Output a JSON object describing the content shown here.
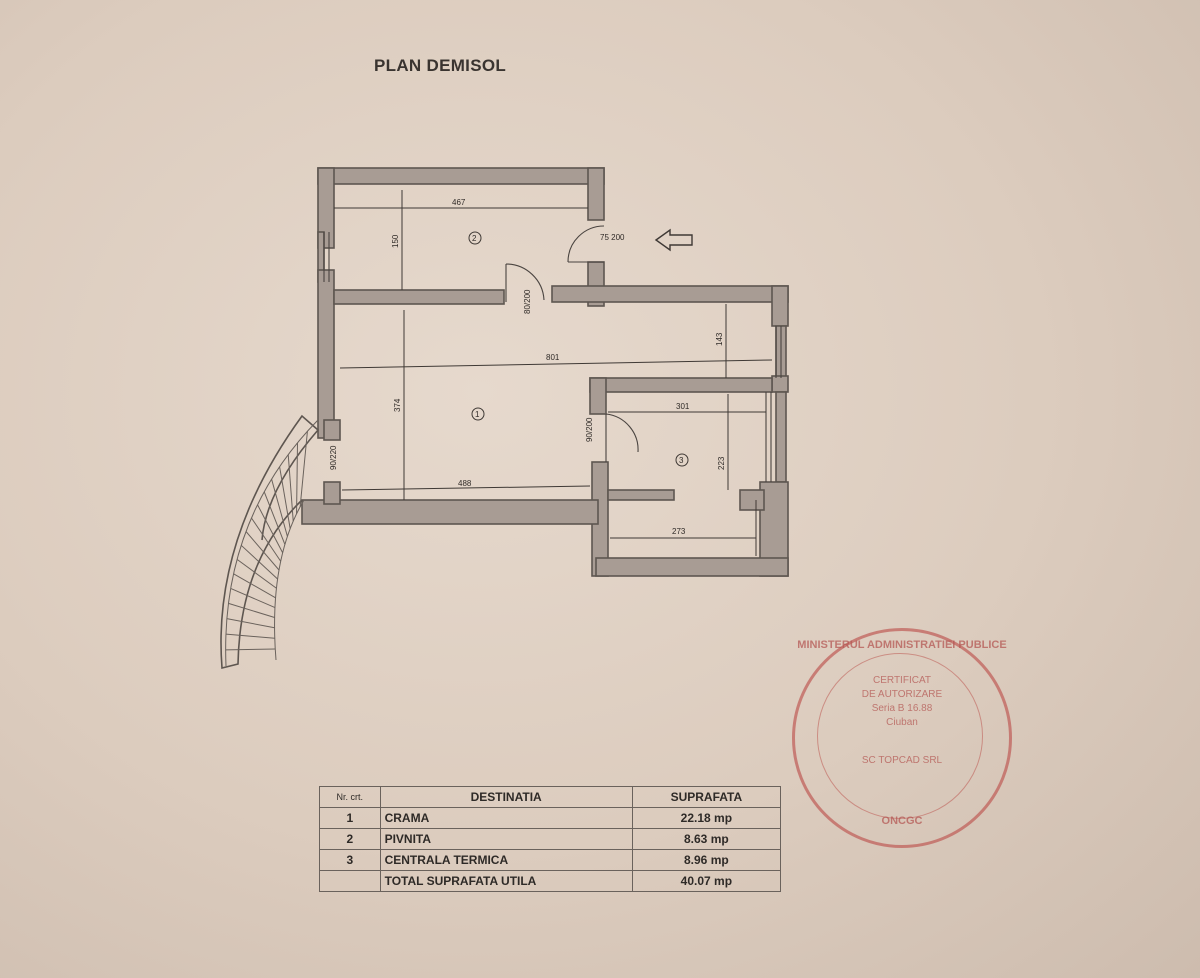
{
  "plan": {
    "title": "PLAN DEMISOL",
    "dimensions": {
      "d_467": "467",
      "d_150_left": "150",
      "d_75_200": "75\n200",
      "d_801": "801",
      "d_143": "143",
      "d_374": "374",
      "d_301": "301",
      "d_488": "488",
      "d_273": "273",
      "d_223": "223",
      "d_80_200": "80/200",
      "d_90_200": "90/200",
      "d_90_220": "90/220"
    },
    "rooms": [
      "1",
      "2",
      "3"
    ]
  },
  "table": {
    "headers": [
      "Nr. crt.",
      "DESTINATIA",
      "SUPRAFATA"
    ],
    "rows": [
      {
        "nr": "1",
        "dest": "CRAMA",
        "area": "22.18 mp"
      },
      {
        "nr": "2",
        "dest": "PIVNITA",
        "area": "8.63 mp"
      },
      {
        "nr": "3",
        "dest": "CENTRALA TERMICA",
        "area": "8.96 mp"
      }
    ],
    "total": {
      "label": "TOTAL SUPRAFATA UTILA",
      "area": "40.07 mp"
    }
  },
  "stamp": {
    "ring_top": "MINISTERUL ADMINISTRATIEI PUBLICE",
    "line1": "CERTIFICAT",
    "line2": "DE AUTORIZARE",
    "line3": "Seria B 16.88",
    "line4": "Ciuban",
    "line5": "SC TOPCAD SRL",
    "ring_bottom": "ONCGC"
  }
}
